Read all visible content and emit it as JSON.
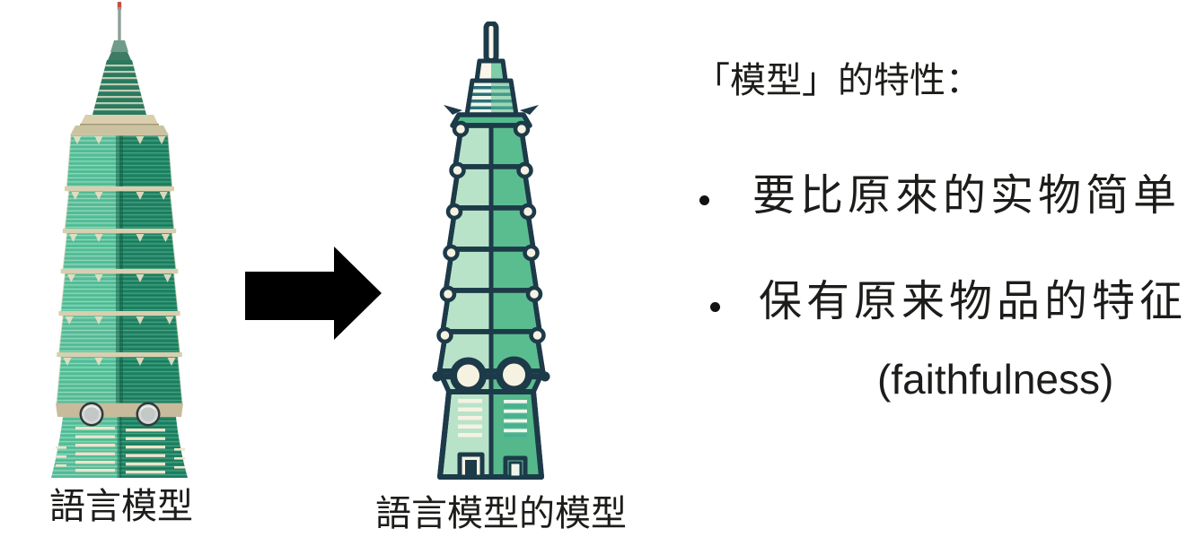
{
  "figures": {
    "original": {
      "caption": "語言模型",
      "image": "taipei101-photo"
    },
    "model": {
      "caption": "語言模型的模型",
      "image": "taipei101-sketch"
    }
  },
  "arrow": {
    "icon": "arrow-right",
    "direction": "right",
    "color": "#000000"
  },
  "notes": {
    "title": "「模型」的特性：",
    "bullets": [
      "要比原來的实物简单",
      "保有原来物品的特征"
    ],
    "annotation": "(faithfulness)"
  },
  "colors": {
    "background": "#ffffff",
    "text": "#1c1c1a",
    "photo_glass_light": "#58c29b",
    "photo_glass_dark": "#1e8765",
    "photo_trim": "#d8cfb0",
    "sketch_outline": "#1d3a49",
    "sketch_green_light": "#b9e3c9",
    "sketch_green_mid": "#5abd90",
    "sketch_cream": "#f6f2e2"
  }
}
